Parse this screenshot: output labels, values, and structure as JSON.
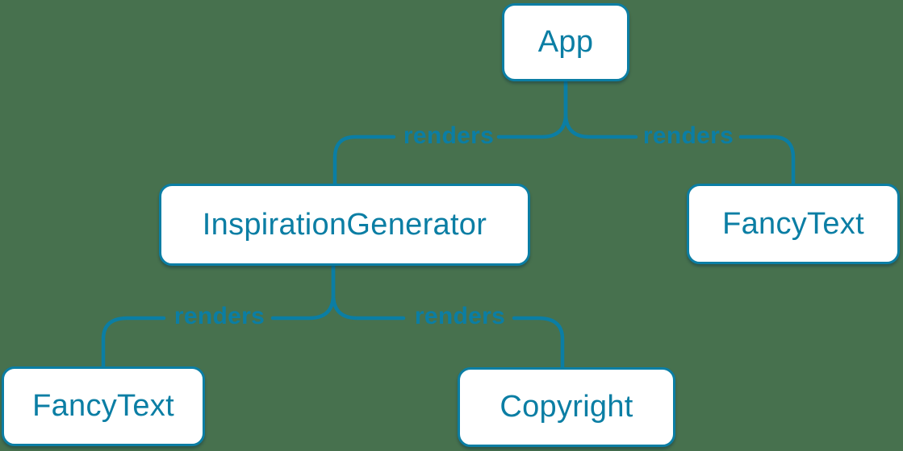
{
  "diagram": {
    "colors": {
      "background": "#47714e",
      "accent": "#0b7ea4",
      "node_fill": "#ffffff"
    },
    "nodes": [
      {
        "id": "app",
        "label": "App"
      },
      {
        "id": "inspiration-generator",
        "label": "InspirationGenerator"
      },
      {
        "id": "fancy-text-top-right",
        "label": "FancyText"
      },
      {
        "id": "fancy-text-bottom-left",
        "label": "FancyText"
      },
      {
        "id": "copyright",
        "label": "Copyright"
      }
    ],
    "edges": [
      {
        "id": "app-to-inspiration-generator",
        "label": "renders"
      },
      {
        "id": "app-to-fancy-text",
        "label": "renders"
      },
      {
        "id": "inspiration-generator-to-fancy-text",
        "label": "renders"
      },
      {
        "id": "inspiration-generator-to-copyright",
        "label": "renders"
      }
    ]
  }
}
